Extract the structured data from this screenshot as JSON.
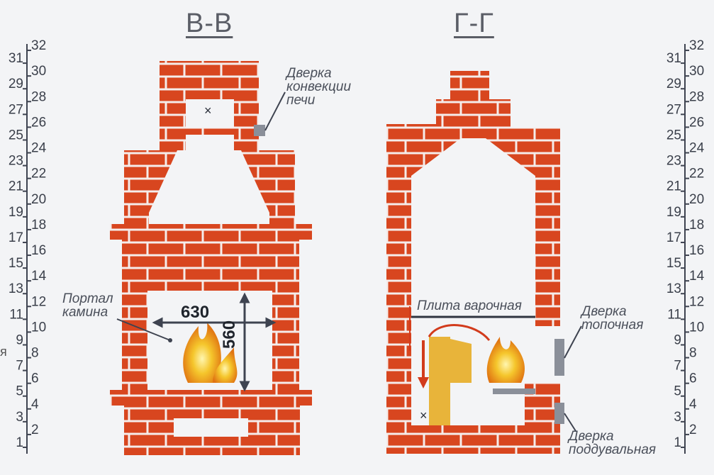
{
  "sections": {
    "left_title": "В-В",
    "right_title": "Г-Г"
  },
  "labels": {
    "convection_door": [
      "Дверка",
      "конвекции",
      "печи"
    ],
    "portal": [
      "Портал",
      "камина"
    ],
    "cooking_plate": "Плита варочная",
    "fire_door": [
      "Дверка",
      "топочная"
    ],
    "ash_door": [
      "Дверка",
      "поддувальная"
    ]
  },
  "dimensions": {
    "width": "630",
    "height": "560"
  },
  "markers": {
    "x_mark": "×"
  },
  "scale": {
    "left_odd": [
      "31",
      "29",
      "27",
      "25",
      "23",
      "21",
      "19",
      "17",
      "15",
      "13",
      "11",
      "9",
      "7",
      "5",
      "3",
      "1"
    ],
    "left_even": [
      "32",
      "30",
      "28",
      "26",
      "24",
      "22",
      "20",
      "18",
      "16",
      "14",
      "12",
      "10",
      "8",
      "6",
      "4",
      "2"
    ],
    "right_odd": [
      "31",
      "29",
      "27",
      "25",
      "23",
      "21",
      "19",
      "17",
      "15",
      "13",
      "11",
      "9",
      "7",
      "5",
      "3",
      "1"
    ],
    "right_even": [
      "32",
      "30",
      "28",
      "26",
      "24",
      "22",
      "20",
      "18",
      "16",
      "14",
      "12",
      "10",
      "8",
      "6",
      "4",
      "2"
    ],
    "edge_fragment": "я"
  },
  "colors": {
    "brick": "#d8461f",
    "brick_light": "#e05a2a",
    "mortar": "#f5f2ee",
    "background": "#f3f4f6",
    "arrow": "#3e4350",
    "red_arrow": "#d23b1c",
    "chimney_block": "#e8b43a"
  }
}
